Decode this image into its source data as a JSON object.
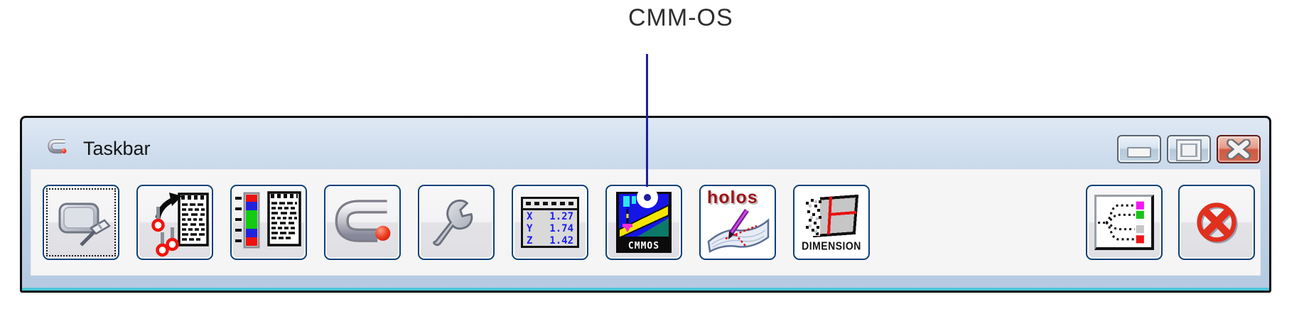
{
  "callout": {
    "label": "CMM-OS"
  },
  "window": {
    "title": "Taskbar"
  },
  "controls": {
    "minimize_icon": "minimize-icon",
    "maximize_icon": "maximize-icon",
    "close_icon": "close-icon"
  },
  "toolbar": {
    "left_buttons": [
      {
        "icon": "pin-workspace-icon",
        "focused": true
      },
      {
        "icon": "measurement-plan-icon"
      },
      {
        "icon": "color-report-icon"
      },
      {
        "icon": "calypso-icon"
      },
      {
        "icon": "wrench-icon"
      },
      {
        "icon": "coordinate-display-icon"
      },
      {
        "icon": "cmmos-icon"
      },
      {
        "icon": "holos-icon"
      },
      {
        "icon": "dimension-icon"
      }
    ],
    "right_buttons": [
      {
        "icon": "branch-tree-icon"
      },
      {
        "icon": "cancel-icon"
      }
    ]
  },
  "icon_text": {
    "coordinate_display": {
      "rows": [
        {
          "axis": "X",
          "value": "1.27"
        },
        {
          "axis": "Y",
          "value": "1.74"
        },
        {
          "axis": "Z",
          "value": "1.42"
        }
      ]
    },
    "cmmos_caption": "CMMOS",
    "holos_caption": "holos",
    "dimension_caption": "DIMENSION"
  },
  "colors": {
    "button_border": "#0e4178",
    "frame_blue": "#b5cae1",
    "cyan_accent": "#4cc6d8",
    "close_red": "#d05a42",
    "calypso_red": "#e01c10",
    "coordinate_blue": "#1c1cf0",
    "holos_red": "#9e1418",
    "callout_line": "#1e1e9e"
  }
}
